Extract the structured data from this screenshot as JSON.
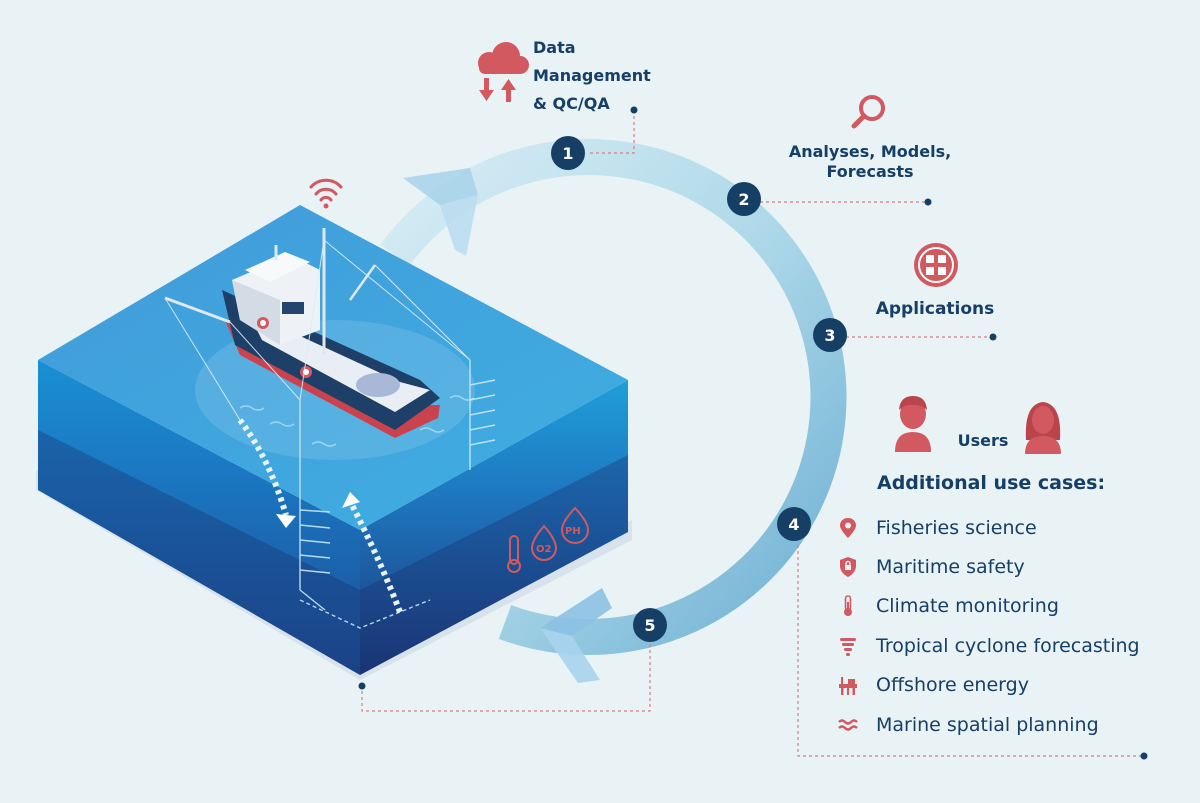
{
  "steps": [
    {
      "number": "1",
      "label": "Data Management & QC/QA"
    },
    {
      "number": "2",
      "label": "Analyses, Models, Forecasts"
    },
    {
      "number": "3",
      "label": "Applications"
    },
    {
      "number": "4",
      "label": "Users"
    },
    {
      "number": "5",
      "label": ""
    }
  ],
  "labels": {
    "data_line1": "Data",
    "data_line2": "Management",
    "data_line3": "& QC/QA",
    "analyses_line1": "Analyses, Models,",
    "analyses_line2": "Forecasts",
    "applications": "Applications",
    "users": "Users",
    "additional_title": "Additional use cases:"
  },
  "use_cases": [
    {
      "label": "Fisheries science",
      "icon": "location-pin-icon"
    },
    {
      "label": "Maritime safety",
      "icon": "shield-lock-icon"
    },
    {
      "label": "Climate monitoring",
      "icon": "thermometer-icon"
    },
    {
      "label": "Tropical cyclone forecasting",
      "icon": "cyclone-icon"
    },
    {
      "label": "Offshore energy",
      "icon": "oil-platform-icon"
    },
    {
      "label": "Marine spatial planning",
      "icon": "waves-icon"
    }
  ],
  "sensor_badges": {
    "oxygen": "O2",
    "ph": "PH"
  },
  "colors": {
    "background": "#e9f2f5",
    "accent_red": "#d2595f",
    "navy": "#163f66",
    "ocean_top": "#1a8fd0",
    "ocean_deep": "#1b3f86",
    "cycle_arrow": "#9fcfe2"
  }
}
